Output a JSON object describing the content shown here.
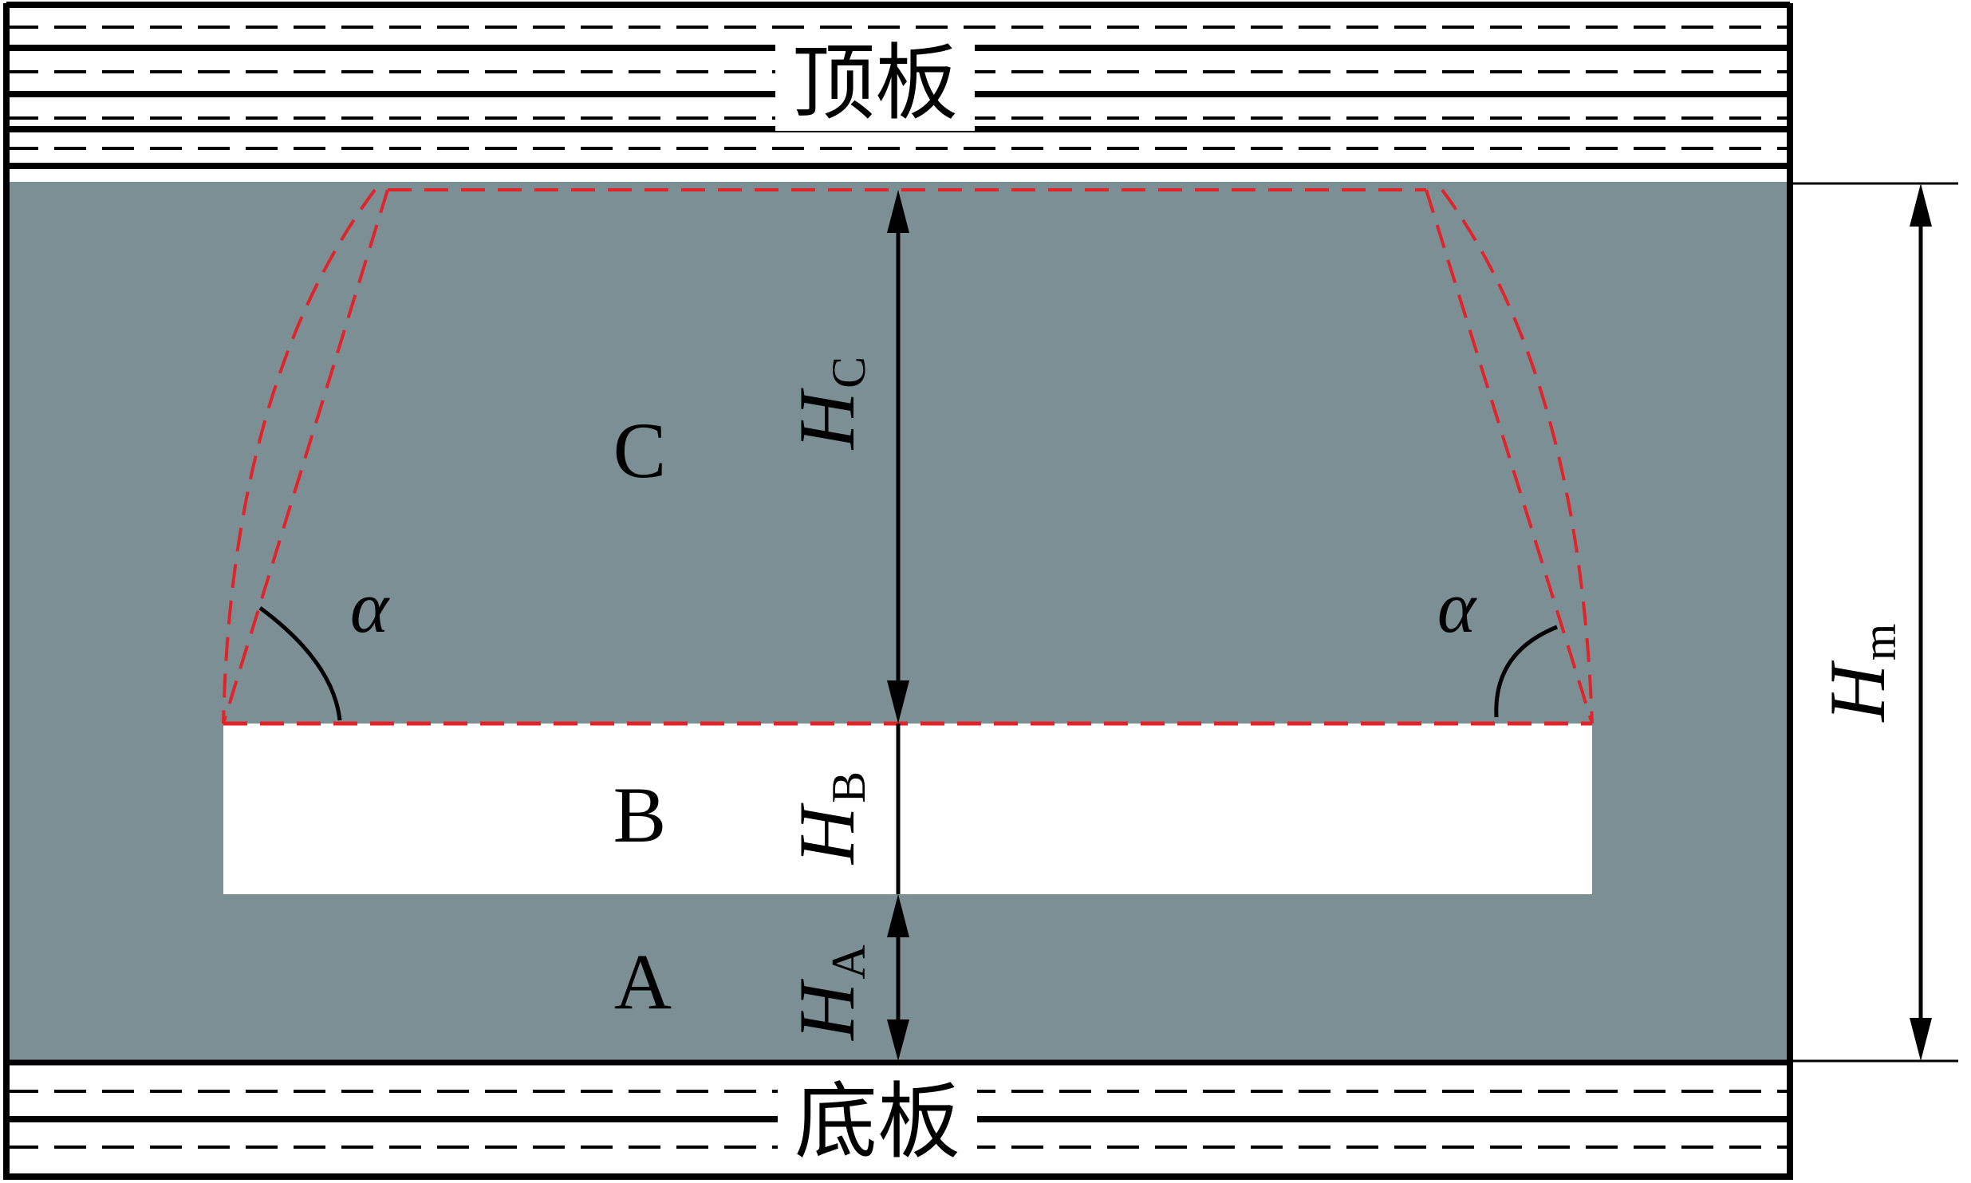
{
  "labels": {
    "roof": "顶板",
    "floor": "底板",
    "zone_a": "A",
    "zone_b": "B",
    "zone_c": "C",
    "alpha_left": "α",
    "alpha_right": "α",
    "h_sym": "H",
    "h_c_sub": "C",
    "h_b_sub": "B",
    "h_a_sub": "A",
    "h_m_sub": "m"
  },
  "colors": {
    "seam": "#7b8f94",
    "cavity": "#ffffff",
    "line": "#000000",
    "boundary": "#e0242a"
  }
}
